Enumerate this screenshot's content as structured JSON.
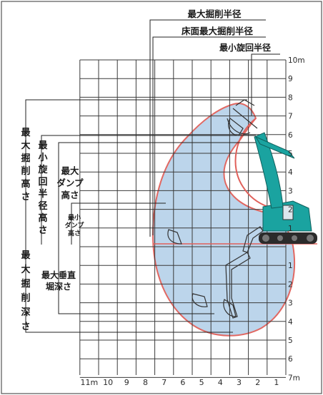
{
  "diagram": {
    "top_labels": {
      "max_reach": "最大掘削半径",
      "max_reach_ground": "床面最大掘削半径",
      "min_swing_radius": "最小旋回半径"
    },
    "side_labels": {
      "max_digging_height": "最大掘削高さ",
      "min_swing_radius_height": "最小旋回半径高さ",
      "max_dump_height": "最大ダンプ高さ",
      "min_dump_height": "最小ダンプ高さ",
      "max_vertical_depth": "最大垂直堀深さ",
      "max_digging_depth": "最大掘削深さ"
    },
    "x_axis": {
      "ticks": [
        "11m",
        "10",
        "9",
        "8",
        "7",
        "6",
        "5",
        "4",
        "3",
        "2",
        "1"
      ]
    },
    "y_axis": {
      "ticks_up": [
        "10m",
        "9",
        "8",
        "7",
        "6",
        "5",
        "4",
        "3",
        "2",
        "1"
      ],
      "ticks_down": [
        "1",
        "2",
        "3",
        "4",
        "5",
        "6",
        "7m"
      ]
    },
    "colors": {
      "envelope_fill": "#b9d3ea",
      "envelope_stroke": "#e0605a",
      "grid": "#3a3a3a",
      "machine_body": "#1aa3a0",
      "track": "#2b2b2b"
    }
  }
}
